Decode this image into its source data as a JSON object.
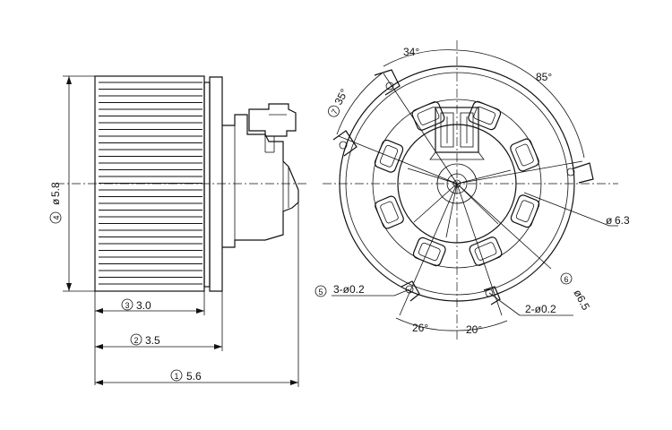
{
  "side_view": {
    "dim_diameter": "5.8",
    "dim_diameter_marker": "4",
    "dim_wheel_width": "3.0",
    "dim_wheel_width_marker": "3",
    "dim_housing_width": "3.5",
    "dim_housing_width_marker": "2",
    "dim_overall_length": "5.6",
    "dim_overall_length_marker": "1"
  },
  "front_view": {
    "angle_top": "34°",
    "angle_top_right": "85°",
    "angle_left": "35°",
    "angle_left_marker": "7",
    "dim_shaft": "6.3",
    "hole_note_right": "2-ø0.2",
    "hole_note_left": "3-ø0.2",
    "hole_note_left_marker": "5",
    "dim_bolt_circle": "ø6.5",
    "dim_bolt_circle_marker": "6",
    "angle_bottom_left": "26°",
    "angle_bottom_right": "20°"
  }
}
